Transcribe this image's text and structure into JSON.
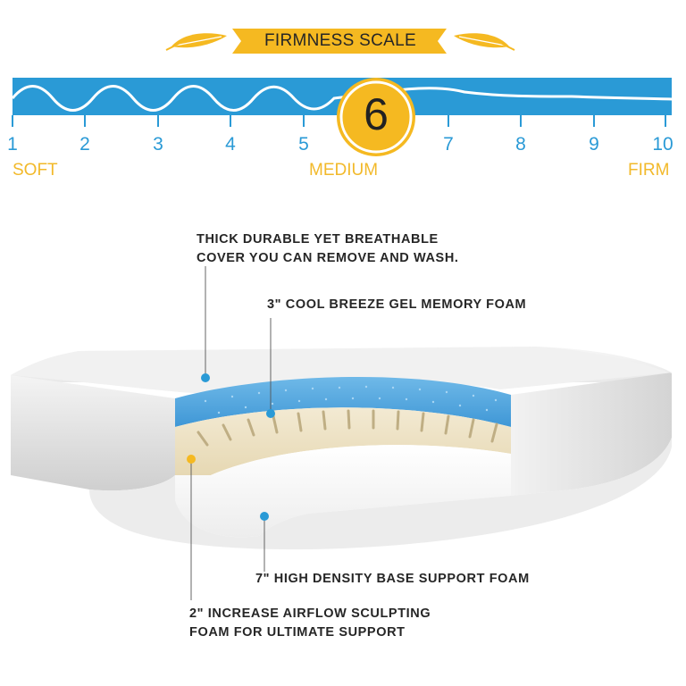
{
  "banner": {
    "title": "FIRMNESS SCALE"
  },
  "scale": {
    "numbers": [
      "1",
      "2",
      "3",
      "4",
      "5",
      "6",
      "7",
      "8",
      "9",
      "10"
    ],
    "rating": "6",
    "rating_value": 6,
    "scale_min": 1,
    "scale_max": 10,
    "labels": {
      "soft": "SOFT",
      "medium": "MEDIUM",
      "firm": "FIRM"
    }
  },
  "callouts": {
    "cover": {
      "line1": "THICK DURABLE YET BREATHABLE",
      "line2": "COVER YOU CAN REMOVE AND WASH."
    },
    "gel": {
      "line1": "3\" COOL BREEZE GEL MEMORY FOAM"
    },
    "base": {
      "line1": "7\" HIGH DENSITY BASE SUPPORT FOAM"
    },
    "airflow": {
      "line1": "2\"  INCREASE AIRFLOW SCULPTING",
      "line2": "FOAM FOR ULTIMATE SUPPORT"
    }
  },
  "colors": {
    "scale_blue": "#2a9ad6",
    "accent_yellow": "#f5b921",
    "label_yellow": "#f2b92a",
    "gel_blue": "#4aa3dc",
    "text_dark": "#262626"
  },
  "icons": [
    "feather-left-icon",
    "feather-right-icon"
  ]
}
